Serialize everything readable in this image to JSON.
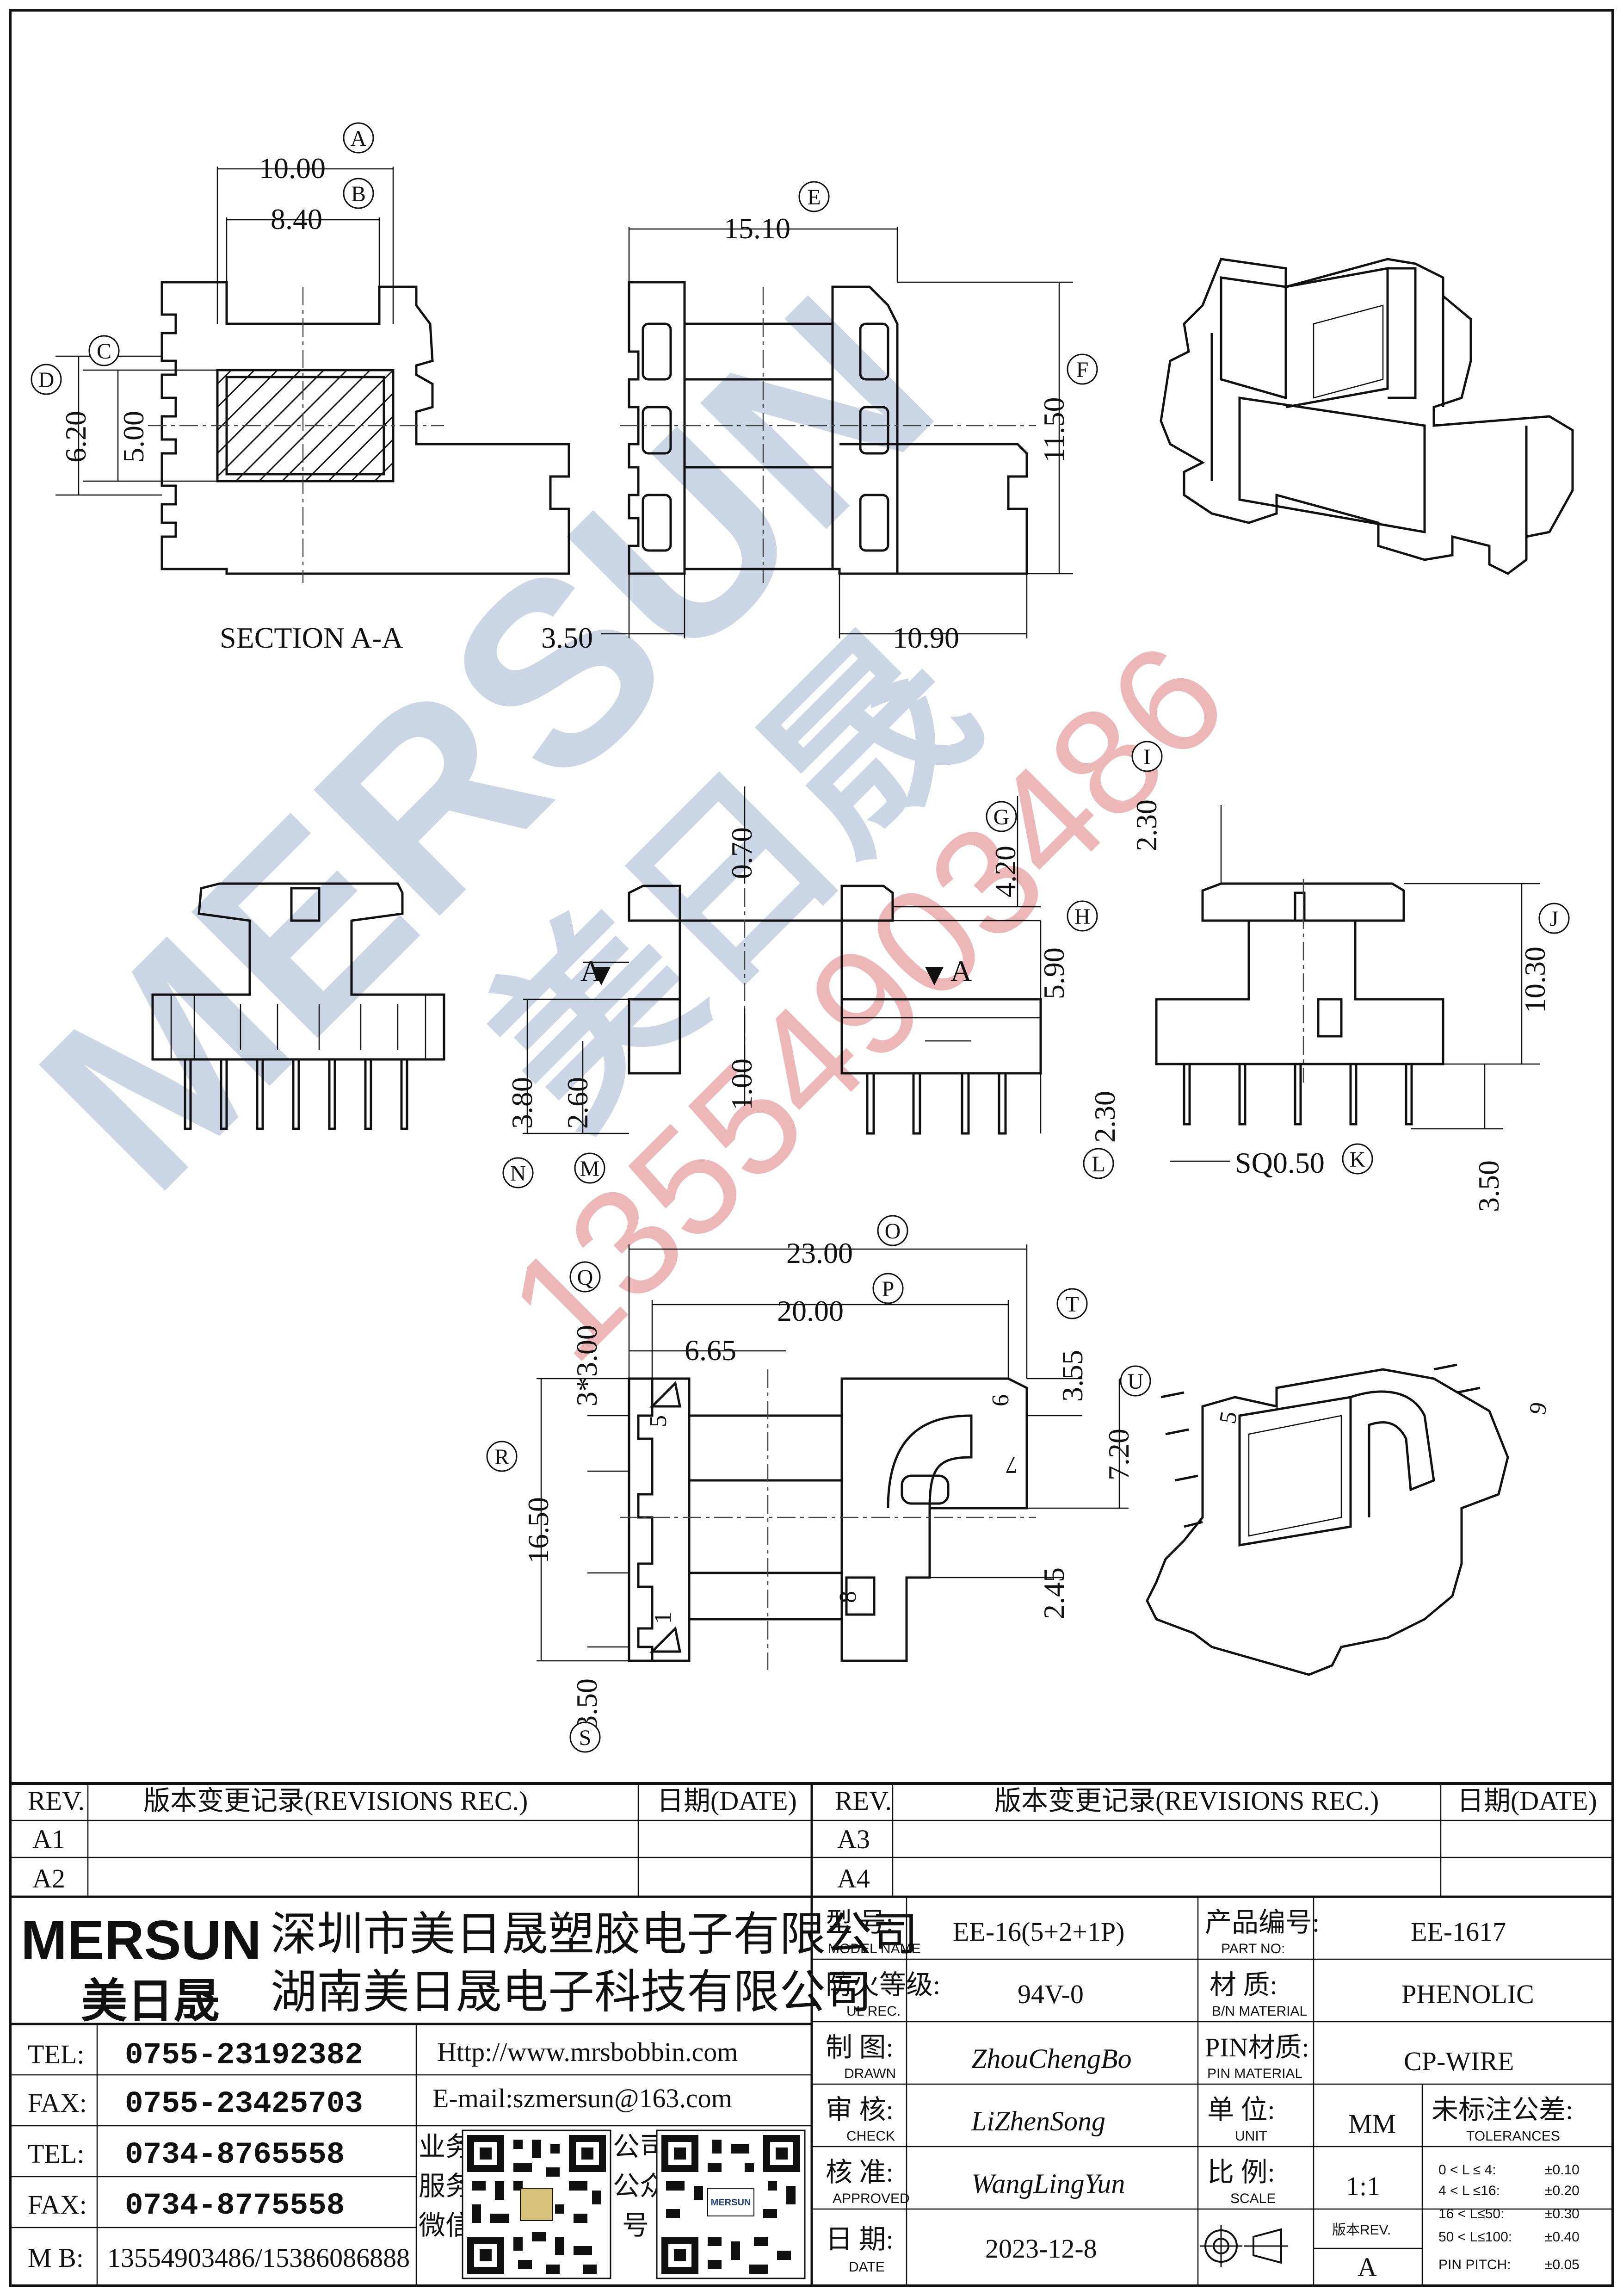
{
  "watermark": {
    "brand": "MERSUN",
    "chinese": "美日晟",
    "phone": "13554903486"
  },
  "views": {
    "section_label": "SECTION A-A",
    "section_marks": [
      "A",
      "A"
    ]
  },
  "dimensions": {
    "A": "10.00",
    "B": "8.40",
    "C": "5.00",
    "D": "6.20",
    "E": "15.10",
    "F": "11.50",
    "left_pin": "3.50",
    "right_flange": "10.90",
    "G": "4.20",
    "top_070": "0.70",
    "H": "5.90",
    "L": "2.30",
    "M": "2.60",
    "N": "3.80",
    "mid_100": "1.00",
    "I": "2.30",
    "J": "10.30",
    "K": "SQ0.50",
    "pin_len": "3.50",
    "O": "23.00",
    "P": "20.00",
    "Q": "3*3.00",
    "Q2": "6.65",
    "R": "16.50",
    "S": "3.50",
    "T": "3.55",
    "U": "7.20",
    "bottom_245": "2.45"
  },
  "callouts": [
    "A",
    "B",
    "C",
    "D",
    "E",
    "F",
    "G",
    "H",
    "I",
    "J",
    "K",
    "L",
    "M",
    "N",
    "O",
    "P",
    "Q",
    "R",
    "S",
    "T",
    "U"
  ],
  "pin_numbers": [
    "5",
    "1",
    "6",
    "7",
    "8",
    "9"
  ],
  "revisions_left": {
    "col_rev": "REV.",
    "col_rec": "版本变更记录(REVISIONS REC.)",
    "col_date": "日期(DATE)",
    "rows": [
      "A1",
      "A2"
    ]
  },
  "revisions_right": {
    "col_rev": "REV.",
    "col_rec": "版本变更记录(REVISIONS REC.)",
    "col_date": "日期(DATE)",
    "rows": [
      "A3",
      "A4"
    ]
  },
  "company": {
    "brand": "MERSUN",
    "brand_cn": "美日晟",
    "name1": "深圳市美日晟塑胶电子有限公司",
    "name2": "湖南美日晟电子科技有限公司"
  },
  "contacts": [
    {
      "label": "TEL:",
      "value": "0755-23192382"
    },
    {
      "label": "FAX:",
      "value": "0755-23425703"
    },
    {
      "label": "TEL:",
      "value": "0734-8765558"
    },
    {
      "label": "FAX:",
      "value": "0734-8775558"
    },
    {
      "label": "M B:",
      "value": "13554903486/15386086888"
    }
  ],
  "web": "Http://www.mrsbobbin.com",
  "email": "E-mail:szmersun@163.com",
  "qr_labels": {
    "business": [
      "业务",
      "服务",
      "微信"
    ],
    "official": [
      "公司",
      "公众",
      "号"
    ]
  },
  "spec": {
    "model_label": "型  号:",
    "model_sub": "MODEL NAME",
    "model": "EE-16(5+2+1P)",
    "part_label": "产品编号:",
    "part_sub": "PART NO:",
    "part": "EE-1617",
    "ul_label": "防火等级:",
    "ul_sub": "UL REC.",
    "ul": "94V-0",
    "mat_label": "材  质:",
    "mat_sub": "B/N MATERIAL",
    "mat": "PHENOLIC",
    "drawn_label": "制  图:",
    "drawn_sub": "DRAWN",
    "drawn": "ZhouChengBo",
    "pin_label": "PIN材质:",
    "pin_sub": "PIN MATERIAL",
    "pin": "CP-WIRE",
    "check_label": "审  核:",
    "check_sub": "CHECK",
    "check": "LiZhenSong",
    "unit_label": "单  位:",
    "unit_sub": "UNIT",
    "unit": "MM",
    "approved_label": "核  准:",
    "approved_sub": "APPROVED",
    "approved": "WangLingYun",
    "scale_label": "比  例:",
    "scale_sub": "SCALE",
    "scale": "1:1",
    "date_label": "日  期:",
    "date_sub": "DATE",
    "date": "2023-12-8",
    "rev_label": "版本REV.",
    "rev": "A",
    "tol_label": "未标注公差:",
    "tol_sub": "TOLERANCES"
  },
  "tolerances": [
    {
      "range": "0 < L ≤  4:",
      "tol": "±0.10"
    },
    {
      "range": "4 < L ≤16:",
      "tol": "±0.20"
    },
    {
      "range": "16 < L≤50:",
      "tol": "±0.30"
    },
    {
      "range": "50 < L≤100:",
      "tol": "±0.40"
    },
    {
      "range": "PIN PITCH:",
      "tol": "±0.05"
    }
  ]
}
